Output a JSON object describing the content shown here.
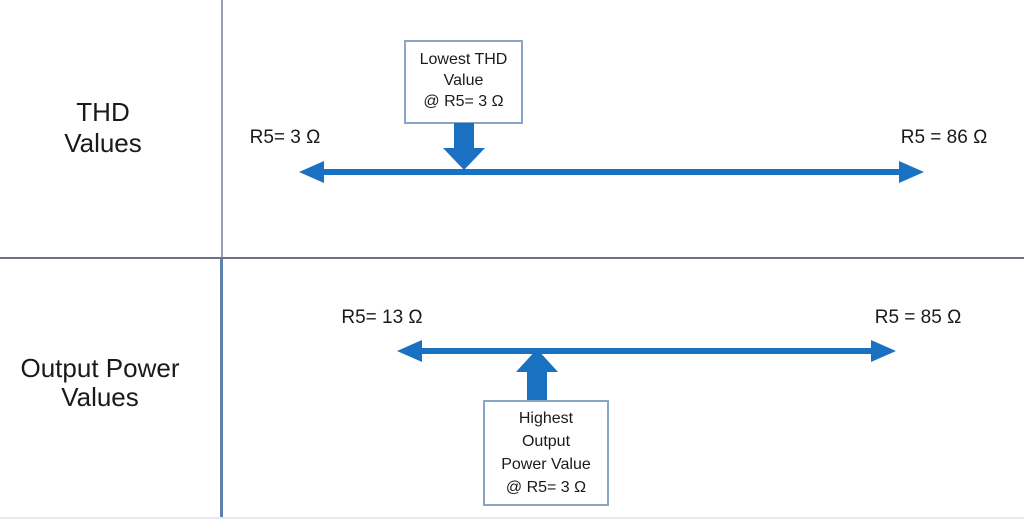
{
  "slide": {
    "background": "#ffffff"
  },
  "colors": {
    "arrow_blue": "#1a71c2",
    "callout_border": "#8aa5c4",
    "horizontal_divider": "#6d7288",
    "vertical_divider_top": "#98a1b4",
    "vertical_divider_bottom": "#5d83ab",
    "text": "#1a1a1a"
  },
  "sections": {
    "thd": {
      "title_line1": "THD",
      "title_line2": "Values",
      "left_label": "R5= 3 Ω",
      "right_label": "R5 = 86 Ω",
      "callout": {
        "line1": "Lowest THD",
        "line2": "Value",
        "line3": "@ R5= 3 Ω"
      }
    },
    "output_power": {
      "title_line1": "Output Power",
      "title_line2": "Values",
      "left_label": "R5= 13 Ω",
      "right_label": "R5 = 85 Ω",
      "callout": {
        "line1": "Highest",
        "line2": "Output",
        "line3": "Power Value",
        "line4": "@ R5= 3 Ω"
      }
    }
  }
}
